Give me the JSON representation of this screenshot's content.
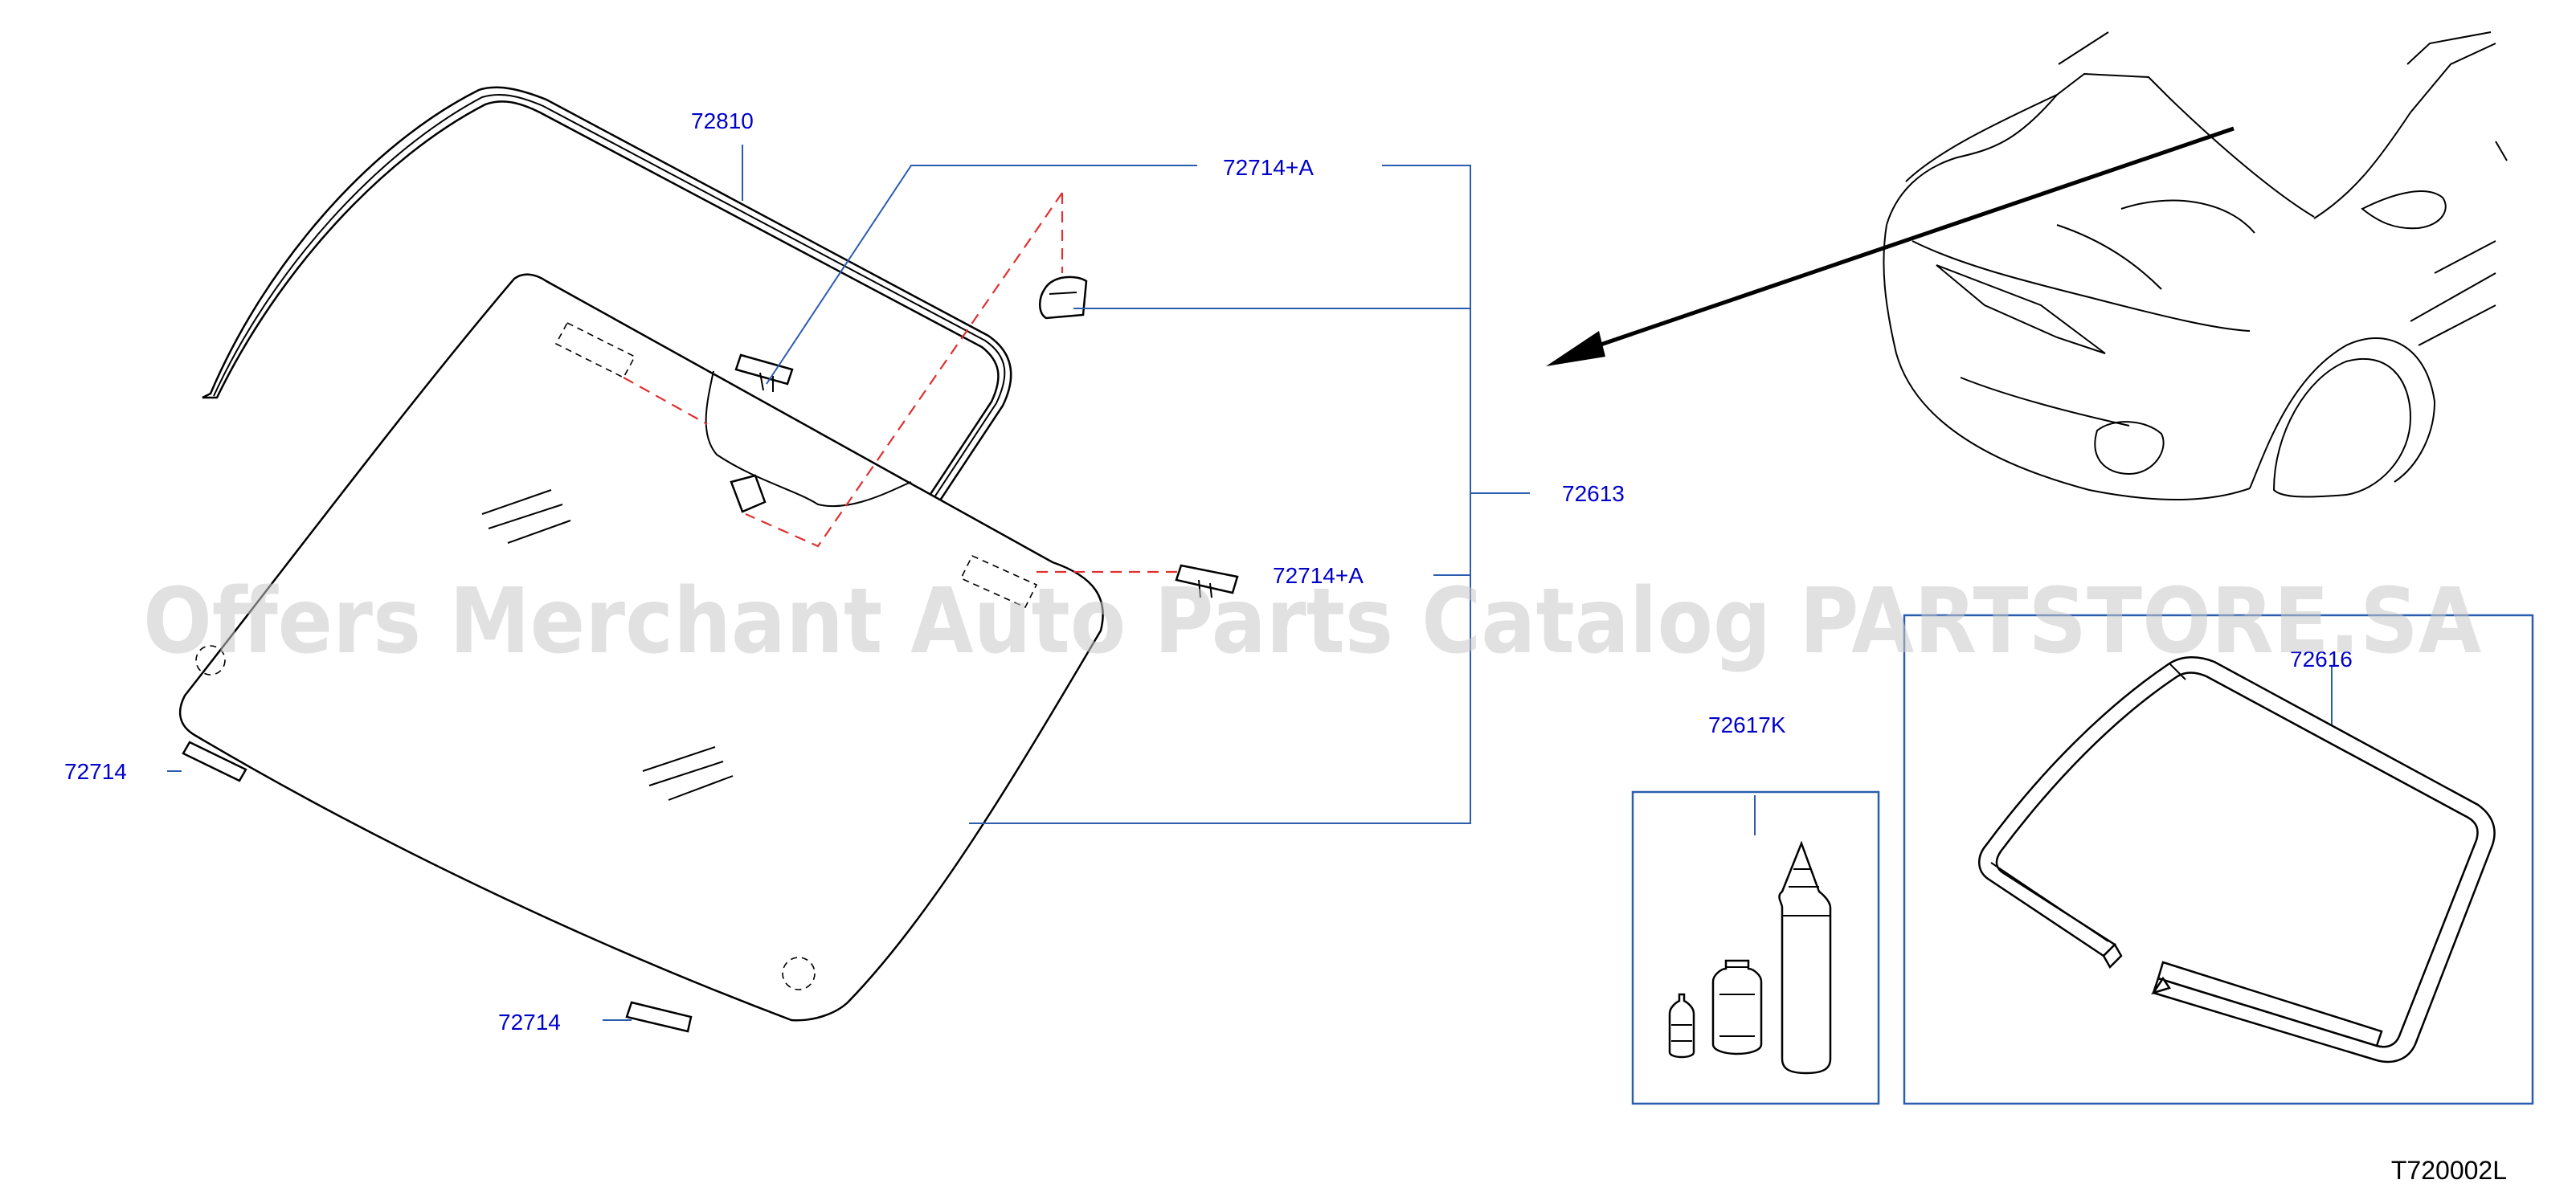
{
  "watermark": "Offers Merchant Auto Parts Catalog PARTSTORE.SA",
  "diagram_code": "T720002L",
  "callouts": {
    "moulding": "72810",
    "clip_top": "72714+A",
    "windshield": "72613",
    "clip_mid": "72714+A",
    "spacer_left": "72714",
    "spacer_bottom": "72714",
    "sealant_kit": "72617K",
    "dam_rubber": "72616"
  }
}
